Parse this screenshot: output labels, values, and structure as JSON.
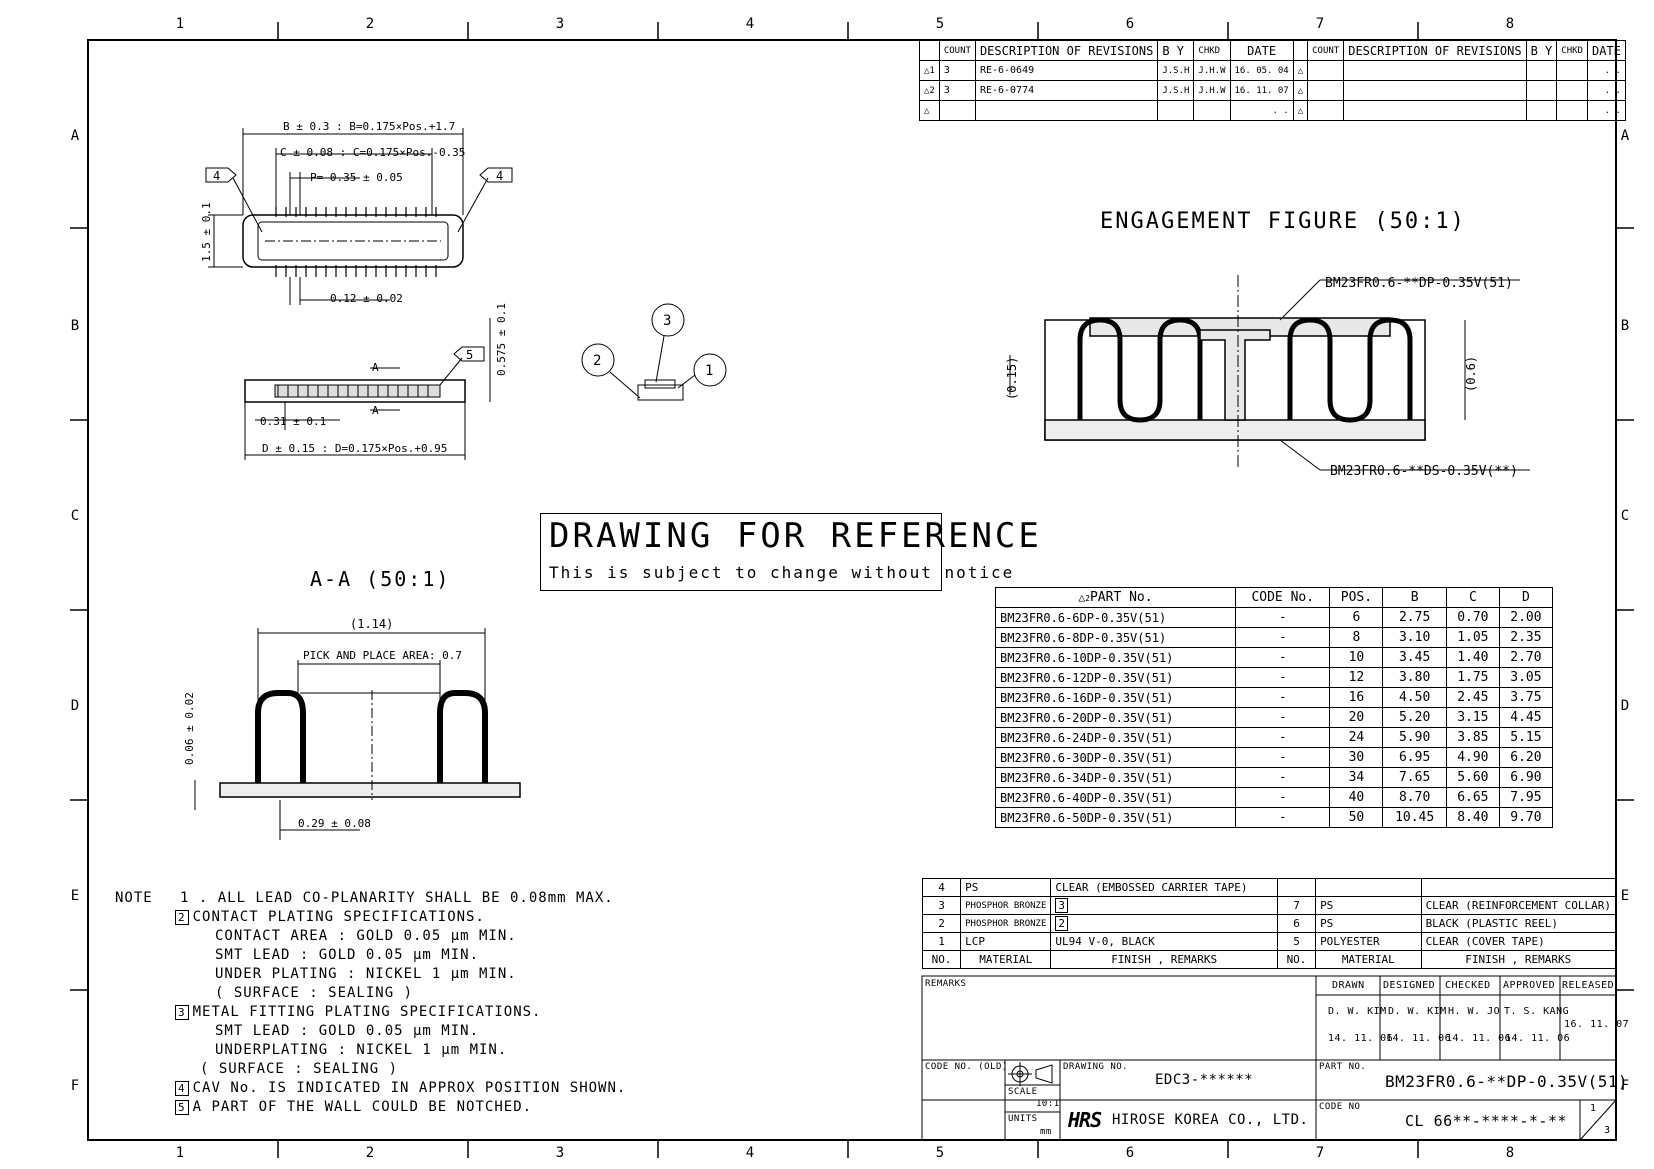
{
  "border": {
    "columns": [
      "1",
      "2",
      "3",
      "4",
      "5",
      "6",
      "7",
      "8"
    ],
    "rows": [
      "A",
      "B",
      "C",
      "D",
      "E",
      "F"
    ]
  },
  "revisions": {
    "headers": [
      "COUNT",
      "DESCRIPTION OF REVISIONS",
      "B Y",
      "CHKD",
      "DATE",
      "COUNT",
      "DESCRIPTION OF REVISIONS",
      "B Y",
      "CHKD",
      "DATE"
    ],
    "rows": [
      {
        "mark": "1",
        "count": "3",
        "desc": "RE-6-0649",
        "by": "J.S.H",
        "chkd": "J.H.W",
        "date": "16. 05. 04",
        "mark2": "",
        "date2": ". ."
      },
      {
        "mark": "2",
        "count": "3",
        "desc": "RE-6-0774",
        "by": "J.S.H",
        "chkd": "J.H.W",
        "date": "16. 11. 07",
        "mark2": "",
        "date2": ". ."
      },
      {
        "mark": "",
        "count": "",
        "desc": "",
        "by": "",
        "chkd": "",
        "date": ". .",
        "mark2": "",
        "date2": ". ."
      }
    ]
  },
  "drawing": {
    "dim_b": "B ± 0.3 : B=0.175×Pos.+1.7",
    "dim_c": "C ± 0.08 : C=0.175×Pos.-0.35",
    "dim_p": "P= 0.35 ± 0.05",
    "dim_15": "1.5 ± 0.1",
    "dim_012": "0.12 ± 0.02",
    "dim_0575": "0.575 ± 0.1",
    "dim_031": "0.31 ± 0.1",
    "dim_d": "D ± 0.15 : D=0.175×Pos.+0.95",
    "flag4": "4",
    "flag5": "5",
    "sec_a": "A",
    "balloon1": "1",
    "balloon2": "2",
    "balloon3": "3",
    "engagement_title": "ENGAGEMENT FIGURE (50:1)",
    "plug_label": "BM23FR0.6-**DP-0.35V(51)",
    "receptacle_label": "BM23FR0.6-**DS-0.35V(**)",
    "dim_015": "(0.15)",
    "dim_06": "(0.6)",
    "section_title": "A-A (50:1)",
    "dim_114": "(1.14)",
    "pick_place": "PICK AND PLACE AREA: 0.7",
    "dim_006": "0.06 ± 0.02",
    "dim_029": "0.29 ± 0.08"
  },
  "reference": {
    "title": "DRAWING FOR REFERENCE",
    "subtitle": "This is subject to change without notice"
  },
  "parts": {
    "rev_mark": "2",
    "headers": [
      "PART No.",
      "CODE No.",
      "POS.",
      "B",
      "C",
      "D"
    ],
    "rows": [
      {
        "pn": "BM23FR0.6-6DP-0.35V(51)",
        "code": "-",
        "pos": "6",
        "b": "2.75",
        "c": "0.70",
        "d": "2.00"
      },
      {
        "pn": "BM23FR0.6-8DP-0.35V(51)",
        "code": "-",
        "pos": "8",
        "b": "3.10",
        "c": "1.05",
        "d": "2.35"
      },
      {
        "pn": "BM23FR0.6-10DP-0.35V(51)",
        "code": "-",
        "pos": "10",
        "b": "3.45",
        "c": "1.40",
        "d": "2.70"
      },
      {
        "pn": "BM23FR0.6-12DP-0.35V(51)",
        "code": "-",
        "pos": "12",
        "b": "3.80",
        "c": "1.75",
        "d": "3.05"
      },
      {
        "pn": "BM23FR0.6-16DP-0.35V(51)",
        "code": "-",
        "pos": "16",
        "b": "4.50",
        "c": "2.45",
        "d": "3.75"
      },
      {
        "pn": "BM23FR0.6-20DP-0.35V(51)",
        "code": "-",
        "pos": "20",
        "b": "5.20",
        "c": "3.15",
        "d": "4.45"
      },
      {
        "pn": "BM23FR0.6-24DP-0.35V(51)",
        "code": "-",
        "pos": "24",
        "b": "5.90",
        "c": "3.85",
        "d": "5.15"
      },
      {
        "pn": "BM23FR0.6-30DP-0.35V(51)",
        "code": "-",
        "pos": "30",
        "b": "6.95",
        "c": "4.90",
        "d": "6.20"
      },
      {
        "pn": "BM23FR0.6-34DP-0.35V(51)",
        "code": "-",
        "pos": "34",
        "b": "7.65",
        "c": "5.60",
        "d": "6.90"
      },
      {
        "pn": "BM23FR0.6-40DP-0.35V(51)",
        "code": "-",
        "pos": "40",
        "b": "8.70",
        "c": "6.65",
        "d": "7.95"
      },
      {
        "pn": "BM23FR0.6-50DP-0.35V(51)",
        "code": "-",
        "pos": "50",
        "b": "10.45",
        "c": "8.40",
        "d": "9.70"
      }
    ]
  },
  "notes": {
    "heading": "NOTE",
    "n1": "1 . ALL LEAD CO-PLANARITY SHALL BE 0.08mm MAX.",
    "n2": "CONTACT PLATING SPECIFICATIONS.",
    "n2a": "CONTACT AREA   : GOLD 0.05 μm MIN.",
    "n2b": "SMT LEAD       : GOLD 0.05 μm MIN.",
    "n2c": "UNDER PLATING  : NICKEL 1 μm MIN.",
    "n2d": "( SURFACE      : SEALING )",
    "n3": "METAL FITTING PLATING SPECIFICATIONS.",
    "n3a": "SMT LEAD     : GOLD 0.05 μm MIN.",
    "n3b": "UNDERPLATING : NICKEL 1 μm MIN.",
    "n3c": "( SURFACE     : SEALING )",
    "n4": "CAV No. IS INDICATED IN APPROX POSITION SHOWN.",
    "n5": "A PART OF THE WALL COULD BE NOTCHED.",
    "flag2": "2",
    "flag3": "3",
    "flag4": "4",
    "flag5": "5"
  },
  "materials": {
    "left": [
      {
        "no": "4",
        "mat": "PS",
        "finish": "CLEAR (EMBOSSED CARRIER TAPE)"
      },
      {
        "no": "3",
        "mat": "PHOSPHOR BRONZE",
        "finish": "3"
      },
      {
        "no": "2",
        "mat": "PHOSPHOR BRONZE",
        "finish": "2"
      },
      {
        "no": "1",
        "mat": "LCP",
        "finish": "UL94 V-0, BLACK"
      }
    ],
    "right": [
      {
        "no": "",
        "mat": "",
        "finish": ""
      },
      {
        "no": "7",
        "mat": "PS",
        "finish": "CLEAR (REINFORCEMENT COLLAR)"
      },
      {
        "no": "6",
        "mat": "PS",
        "finish": "BLACK (PLASTIC REEL)"
      },
      {
        "no": "5",
        "mat": "POLYESTER",
        "finish": "CLEAR (COVER TAPE)"
      }
    ],
    "h_no": "NO.",
    "h_mat": "MATERIAL",
    "h_finish": "FINISH , REMARKS"
  },
  "titleblock": {
    "remarks": "REMARKS",
    "drawn_h": "DRAWN",
    "designed_h": "DESIGNED",
    "checked_h": "CHECKED",
    "approved_h": "APPROVED",
    "released_h": "RELEASED",
    "drawn": "D. W. KIM",
    "designed": "D. W. KIM",
    "checked": "H. W. JO",
    "approved": "T. S. KANG",
    "drawn_date": "14. 11. 06",
    "designed_date": "14. 11. 06",
    "checked_date": "14. 11. 06",
    "approved_date": "14. 11. 06",
    "released_date": "16. 11. 07",
    "code_old": "CODE NO. (OLD)",
    "drawing_no_h": "DRAWING NO.",
    "drawing_no": "EDC3-******",
    "part_no_h": "PART NO.",
    "part_no": "BM23FR0.6-**DP-0.35V(51)",
    "scale_h": "SCALE",
    "scale": "10:1",
    "units_h": "UNITS",
    "units": "mm",
    "logo": "HRS",
    "company": "HIROSE KOREA CO., LTD.",
    "code_no_h": "CODE NO",
    "code_no": "CL 66**-****-*-**",
    "sheet": "1",
    "sheets": "3"
  }
}
